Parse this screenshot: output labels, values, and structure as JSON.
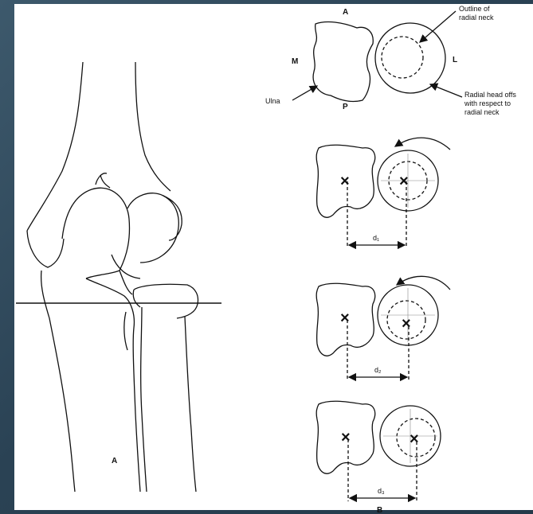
{
  "figure": {
    "panel_a_label": "A",
    "panel_b_label": "B",
    "orientation": {
      "anterior": "A",
      "medial": "M",
      "lateral": "L",
      "posterior": "P"
    },
    "annotations": {
      "outline_radial_neck_line1": "Outline of",
      "outline_radial_neck_line2": "radial neck",
      "ulna": "Ulna",
      "offset_line1": "Radial head offs",
      "offset_line2": "with respect to",
      "offset_line3": "radial neck"
    },
    "distance_labels": [
      "d₁",
      "d₂",
      "d₃"
    ],
    "marker_glyph": "×"
  },
  "colors": {
    "frame": "#2d4659",
    "paper": "#ffffff",
    "ink": "#111111"
  }
}
